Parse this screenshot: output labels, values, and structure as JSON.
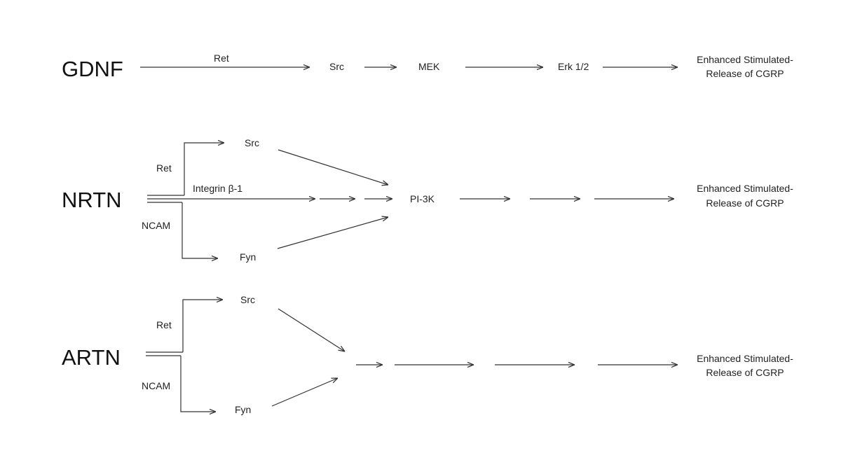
{
  "diagram": {
    "gdnf": {
      "ligand": "GDNF",
      "receptor": "Ret",
      "nodes": [
        "Src",
        "MEK",
        "Erk 1/2"
      ],
      "outcome_line1": "Enhanced Stimulated-",
      "outcome_line2": "Release of CGRP"
    },
    "nrtn": {
      "ligand": "NRTN",
      "receptor_top": "Ret",
      "receptor_mid": "Integrin β-1",
      "receptor_bottom": "NCAM",
      "kinase_top": "Src",
      "kinase_bottom": "Fyn",
      "converge": "PI-3K",
      "outcome_line1": "Enhanced Stimulated-",
      "outcome_line2": "Release of CGRP"
    },
    "artn": {
      "ligand": "ARTN",
      "receptor_top": "Ret",
      "receptor_bottom": "NCAM",
      "kinase_top": "Src",
      "kinase_bottom": "Fyn",
      "outcome_line1": "Enhanced Stimulated-",
      "outcome_line2": "Release of CGRP"
    }
  }
}
